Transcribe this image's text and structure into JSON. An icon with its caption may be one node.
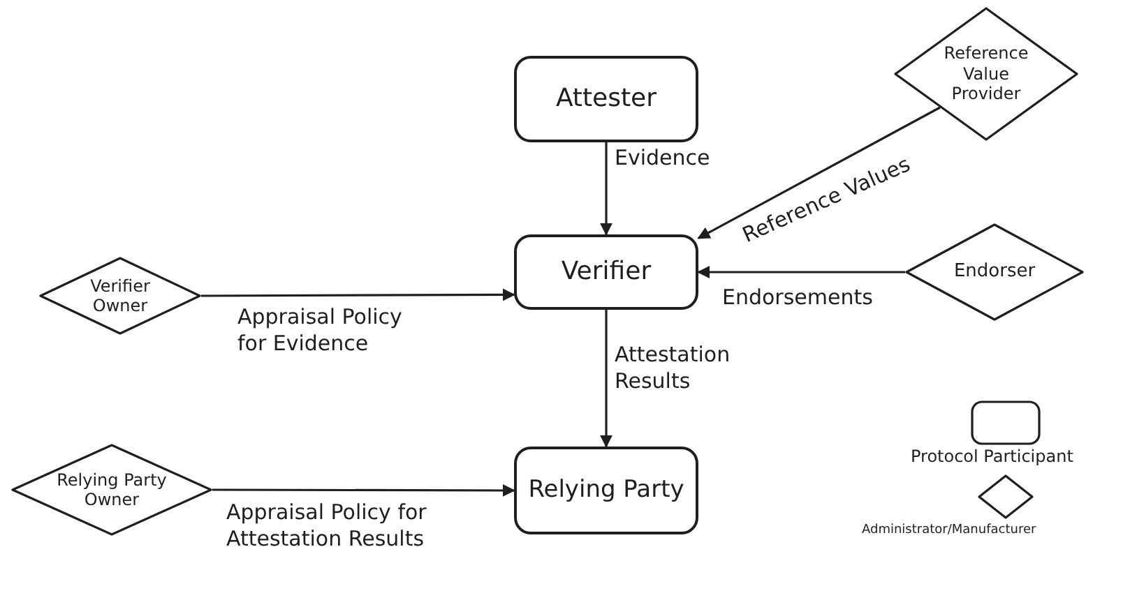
{
  "diagram": {
    "nodes": [
      {
        "text": [
          "Attester"
        ]
      },
      {
        "text": [
          "Reference Value Provider"
        ]
      },
      {
        "text": [
          "Verifier Owner"
        ]
      },
      {
        "text": [
          "Verifier"
        ]
      },
      {
        "text": [
          "Endorser"
        ]
      },
      {
        "text": [
          "Relying Party Owner"
        ]
      },
      {
        "text": [
          "Relying Party"
        ]
      }
    ],
    "edges": [
      {
        "from": 0,
        "to": 3,
        "arrow": "to",
        "label": "Evidence"
      },
      {
        "from": 1,
        "to": 3,
        "arrow": "to",
        "label": "Reference Values"
      },
      {
        "from": 2,
        "to": 3,
        "arrow": "to",
        "label": "Appraisal Policy for Evidence"
      },
      {
        "from": 4,
        "to": 3,
        "arrow": "to",
        "label": "Endorsements"
      },
      {
        "from": 3,
        "to": 6,
        "arrow": "to",
        "label": "Attestation Results"
      },
      {
        "from": 5,
        "to": 6,
        "arrow": "to",
        "label": "Appraisal Policy for Attestation Results"
      }
    ],
    "legend": [
      {
        "text": "Protocol Participant"
      },
      {
        "text": "Administrator/Manufacturer"
      }
    ]
  }
}
